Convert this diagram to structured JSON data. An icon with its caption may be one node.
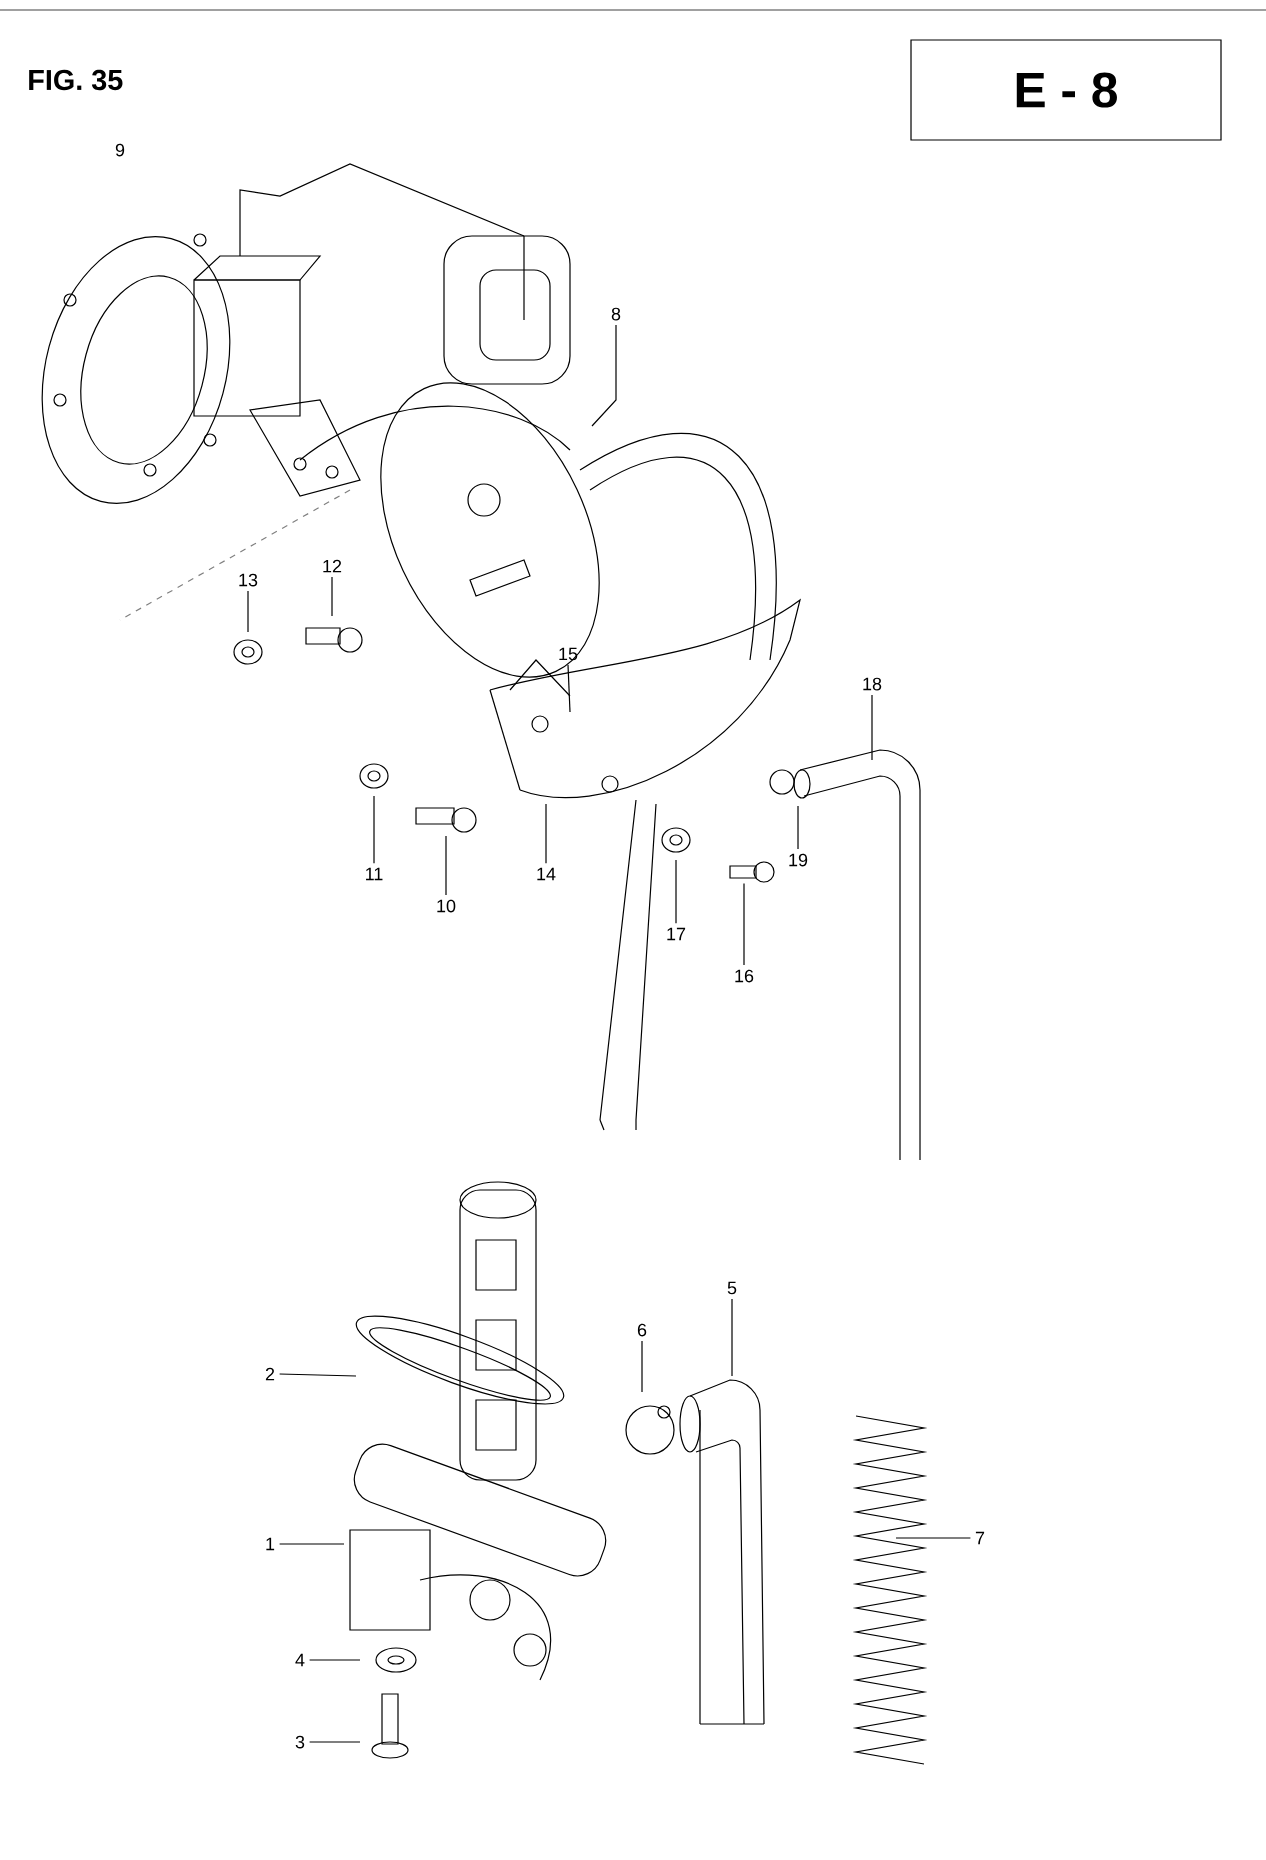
{
  "diagram": {
    "title": "FIG. 35",
    "nodes": [
      {
        "text": [
          "E - 8"
        ]
      },
      {
        "text": [
          "8"
        ]
      },
      {
        "text": [
          "12"
        ]
      },
      {
        "text": [
          "13"
        ]
      },
      {
        "text": [
          "15"
        ]
      },
      {
        "text": [
          "18"
        ]
      },
      {
        "text": [
          "11"
        ]
      },
      {
        "text": [
          "14"
        ]
      },
      {
        "text": [
          "19"
        ]
      },
      {
        "text": [
          "10"
        ]
      },
      {
        "text": [
          "17"
        ]
      },
      {
        "text": [
          "16"
        ]
      },
      {
        "text": [
          "5"
        ]
      },
      {
        "text": [
          "6"
        ]
      },
      {
        "text": [
          "2"
        ]
      },
      {
        "text": [
          "1"
        ]
      },
      {
        "text": [
          "7"
        ]
      },
      {
        "text": [
          "4"
        ]
      },
      {
        "text": [
          "3"
        ]
      },
      {
        "text": [],
        "shape": "picture"
      }
    ],
    "edges": [
      {
        "from": 1,
        "to": null,
        "arrow": "none"
      },
      {
        "from": 2,
        "to": null,
        "arrow": "none"
      },
      {
        "from": 3,
        "to": null,
        "arrow": "none"
      },
      {
        "from": 4,
        "to": null,
        "arrow": "none"
      },
      {
        "from": 5,
        "to": null,
        "arrow": "none"
      },
      {
        "from": 6,
        "to": null,
        "arrow": "none"
      },
      {
        "from": 7,
        "to": null,
        "arrow": "none"
      },
      {
        "from": 8,
        "to": null,
        "arrow": "none"
      },
      {
        "from": 9,
        "to": null,
        "arrow": "none"
      },
      {
        "from": 10,
        "to": null,
        "arrow": "none"
      },
      {
        "from": 11,
        "to": 19,
        "arrow": "none"
      },
      {
        "from": 12,
        "to": null,
        "arrow": "none"
      },
      {
        "from": 13,
        "to": null,
        "arrow": "none"
      },
      {
        "from": 14,
        "to": null,
        "arrow": "none"
      },
      {
        "from": 15,
        "to": null,
        "arrow": "none"
      },
      {
        "from": 16,
        "to": null,
        "arrow": "none"
      },
      {
        "from": 17,
        "to": null,
        "arrow": "none"
      },
      {
        "from": 18,
        "to": null,
        "arrow": "none"
      }
    ],
    "labels": [
      "9"
    ]
  }
}
